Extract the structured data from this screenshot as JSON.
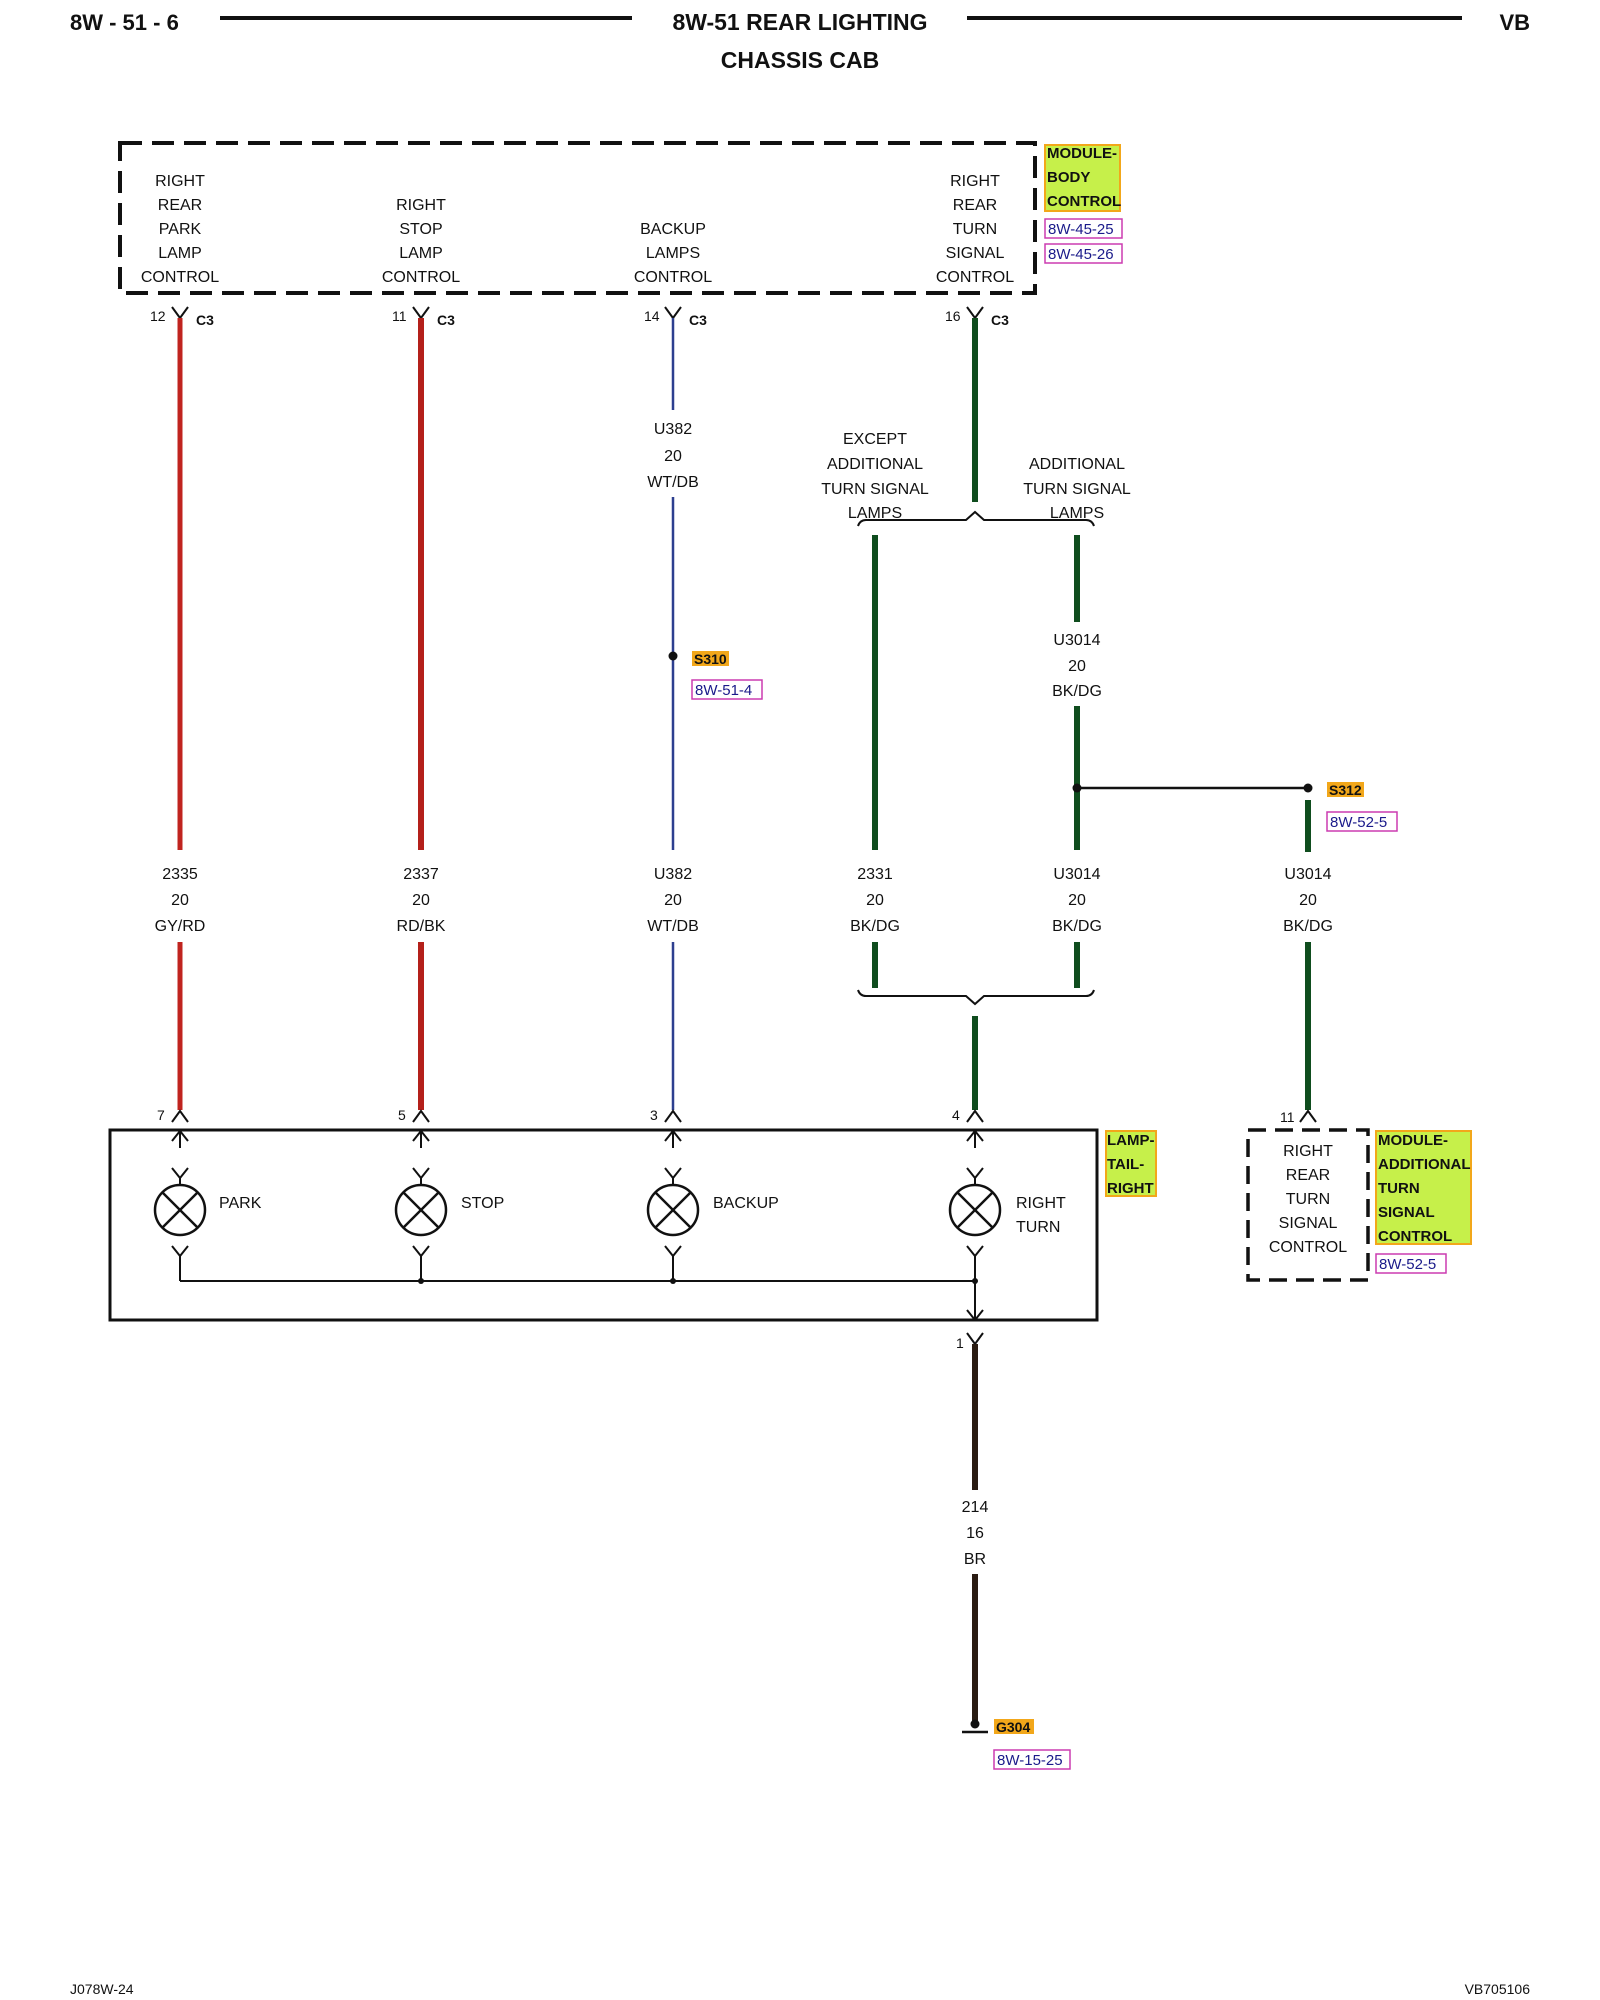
{
  "header": {
    "left": "8W - 51 - 6",
    "title": "8W-51 REAR LIGHTING",
    "subtitle": "CHASSIS CAB",
    "right": "VB"
  },
  "footer": {
    "left": "J078W-24",
    "right": "VB705106"
  },
  "colors": {
    "gy_rd": "#c0241f",
    "rd_bk": "#b4201a",
    "wt_db": "#2d3f8f",
    "bk_dg": "#0f4d1e",
    "br": "#2a1c12",
    "highlight_green": "#c6f04a",
    "highlight_orange": "#f2a71a",
    "ref_box": "#cc3bb0"
  },
  "bcm": {
    "name": [
      "MODULE-",
      "BODY",
      "CONTROL"
    ],
    "refs": [
      "8W-45-25",
      "8W-45-26"
    ],
    "outputs": [
      {
        "lines": [
          "RIGHT",
          "REAR",
          "PARK",
          "LAMP",
          "CONTROL"
        ],
        "pin": "12",
        "connector": "C3"
      },
      {
        "lines": [
          "RIGHT",
          "STOP",
          "LAMP",
          "CONTROL"
        ],
        "pin": "11",
        "connector": "C3"
      },
      {
        "lines": [
          "BACKUP",
          "LAMPS",
          "CONTROL"
        ],
        "pin": "14",
        "connector": "C3"
      },
      {
        "lines": [
          "RIGHT",
          "REAR",
          "TURN",
          "SIGNAL",
          "CONTROL"
        ],
        "pin": "16",
        "connector": "C3"
      }
    ]
  },
  "upper_wire": {
    "circuit": "U382",
    "gauge": "20",
    "color": "WT/DB"
  },
  "branch_labels": {
    "except": [
      "EXCEPT",
      "ADDITIONAL",
      "TURN SIGNAL",
      "LAMPS"
    ],
    "additional": [
      "ADDITIONAL",
      "TURN SIGNAL",
      "LAMPS"
    ]
  },
  "branch_wire": {
    "circuit": "U3014",
    "gauge": "20",
    "color": "BK/DG"
  },
  "splices": [
    {
      "id": "S310",
      "ref": "8W-51-4"
    },
    {
      "id": "S312",
      "ref": "8W-52-5"
    }
  ],
  "lower_wires": [
    {
      "circuit": "2335",
      "gauge": "20",
      "color": "GY/RD"
    },
    {
      "circuit": "2337",
      "gauge": "20",
      "color": "RD/BK"
    },
    {
      "circuit": "U382",
      "gauge": "20",
      "color": "WT/DB"
    },
    {
      "circuit": "2331",
      "gauge": "20",
      "color": "BK/DG"
    },
    {
      "circuit": "U3014",
      "gauge": "20",
      "color": "BK/DG"
    },
    {
      "circuit": "U3014",
      "gauge": "20",
      "color": "BK/DG"
    }
  ],
  "tail_lamp": {
    "name": [
      "LAMP-",
      "TAIL-",
      "RIGHT"
    ],
    "pins": [
      "7",
      "5",
      "3",
      "4"
    ],
    "bulbs": [
      {
        "label": [
          "PARK"
        ]
      },
      {
        "label": [
          "STOP"
        ]
      },
      {
        "label": [
          "BACKUP"
        ]
      },
      {
        "label": [
          "RIGHT",
          "TURN"
        ]
      }
    ],
    "ground_pin": "1"
  },
  "additional_module": {
    "name": [
      "MODULE-",
      "ADDITIONAL",
      "TURN",
      "SIGNAL",
      "CONTROL"
    ],
    "ref": "8W-52-5",
    "pin": "11",
    "function": [
      "RIGHT",
      "REAR",
      "TURN",
      "SIGNAL",
      "CONTROL"
    ]
  },
  "ground_wire": {
    "circuit": "214",
    "gauge": "16",
    "color": "BR"
  },
  "ground": {
    "id": "G304",
    "ref": "8W-15-25"
  }
}
